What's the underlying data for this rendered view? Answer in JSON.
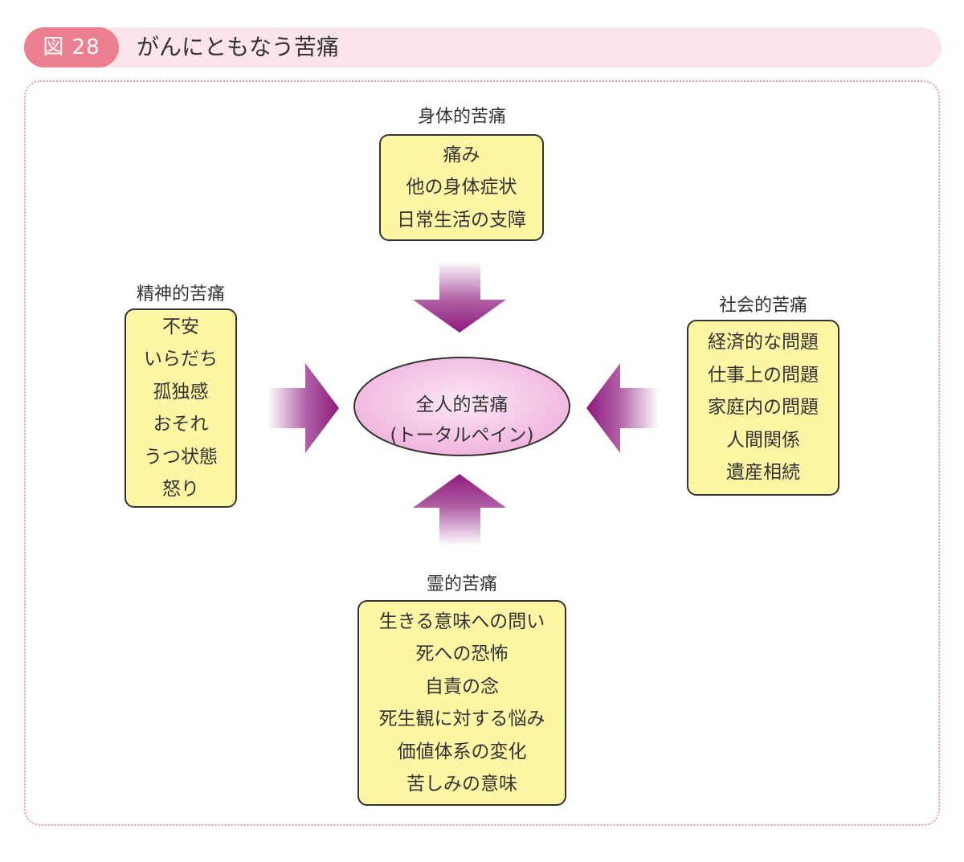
{
  "header": {
    "figure_label": "図 28",
    "title": "がんにともなう苦痛"
  },
  "center": {
    "line1": "全人的苦痛",
    "line2": "(トータルペイン)"
  },
  "categories": {
    "physical": {
      "title": "身体的苦痛",
      "items": [
        "痛み",
        "他の身体症状",
        "日常生活の支障"
      ]
    },
    "mental": {
      "title": "精神的苦痛",
      "items": [
        "不安",
        "いらだち",
        "孤独感",
        "おそれ",
        "うつ状態",
        "怒り"
      ]
    },
    "social": {
      "title": "社会的苦痛",
      "items": [
        "経済的な問題",
        "仕事上の問題",
        "家庭内の問題",
        "人間関係",
        "遺産相続"
      ]
    },
    "spiritual": {
      "title": "霊的苦痛",
      "items": [
        "生きる意味への問い",
        "死への恐怖",
        "自責の念",
        "死生観に対する悩み",
        "価値体系の変化",
        "苦しみの意味"
      ]
    }
  },
  "colors": {
    "badge": "#ec7f8f",
    "title_bar": "#fbe4ea",
    "frame_border": "#ee99aa",
    "box_fill": "#fdf6a5",
    "arrow": "#8e1a7e",
    "ellipse_fill": "#f4b8e0"
  }
}
